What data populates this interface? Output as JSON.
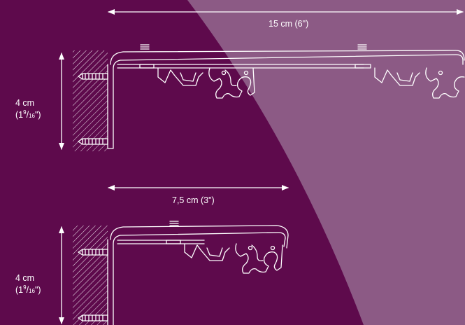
{
  "colors": {
    "background": "#5e0a4c",
    "highlight": "#8c5a85",
    "line": "#ffffff"
  },
  "top_bracket": {
    "width_label": "15 cm (6\")",
    "height_label_line1": "4 cm",
    "height_label_whole": "(1",
    "height_label_num": "9",
    "height_label_slash": "/",
    "height_label_den": "16",
    "height_label_end": "\")"
  },
  "bottom_bracket": {
    "width_label": "7,5 cm (3\")",
    "height_label_line1": "4 cm",
    "height_label_whole": "(1",
    "height_label_num": "9",
    "height_label_slash": "/",
    "height_label_den": "16",
    "height_label_end": "\")"
  }
}
